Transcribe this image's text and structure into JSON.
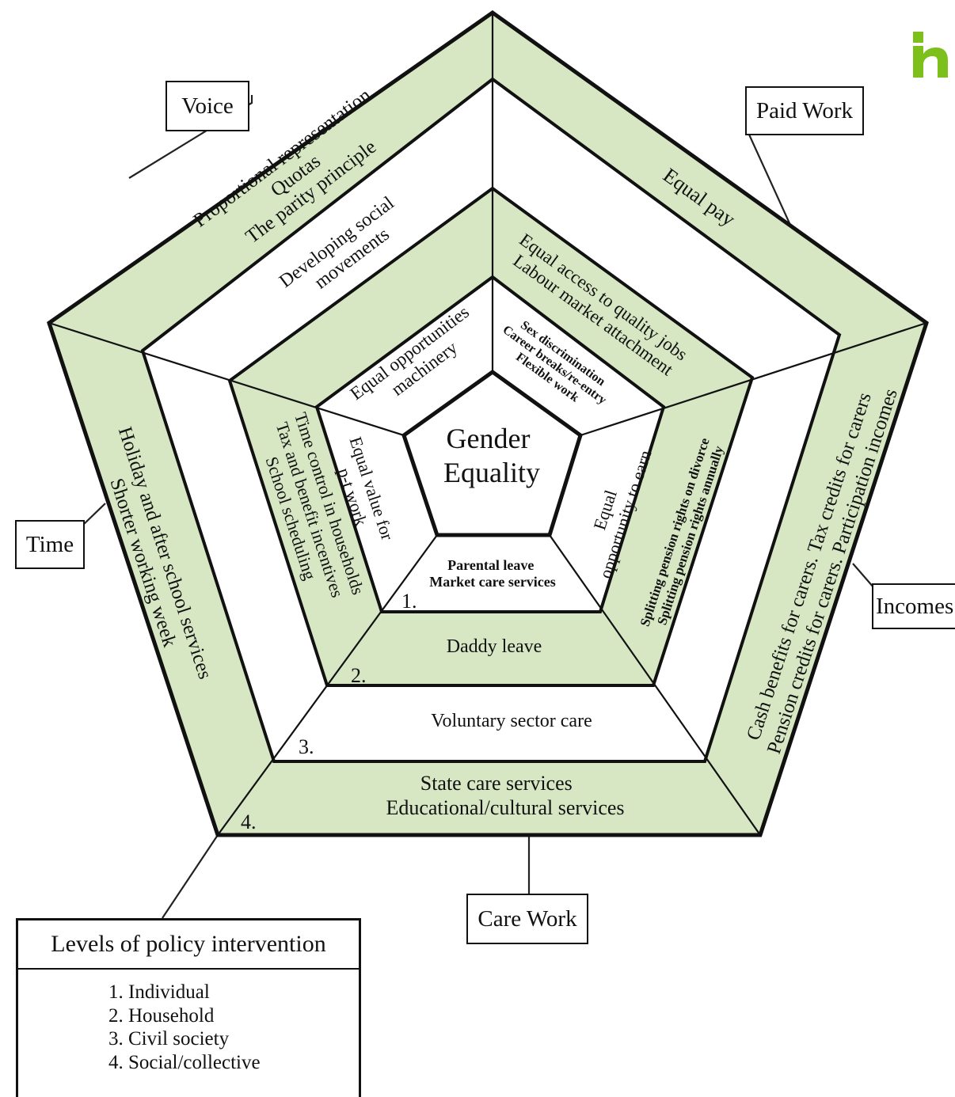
{
  "center": {
    "line1": "Gender",
    "line2": "Equality"
  },
  "dimensions": {
    "voice": "Voice",
    "paid_work": "Paid Work",
    "incomes": "Incomes",
    "care_work": "Care Work",
    "time": "Time"
  },
  "ring_numbers": [
    "1.",
    "2.",
    "3.",
    "4."
  ],
  "policies": {
    "voice": {
      "l1": [
        "Equal opportunities",
        "machinery"
      ],
      "l3": [
        "Developing social",
        "movements"
      ],
      "l4": [
        "Proportional representation",
        "Quotas",
        "The parity principle"
      ]
    },
    "paid_work": {
      "l1": [
        "Sex discrimination",
        "Career breaks/re-entry",
        "Flexible work"
      ],
      "l2": [
        "Equal access to quality jobs",
        "Labour market attachment"
      ],
      "l4": [
        "Equal pay"
      ]
    },
    "incomes": {
      "l1": [
        "Equal",
        "opportunity to earn"
      ],
      "l2": [
        "Splitting pension rights on divorce",
        "Splitting pension rights annually"
      ],
      "l4": [
        "Cash benefits for carers. Tax credits for carers",
        "Pension credits for carers. Participation incomes"
      ]
    },
    "care_work": {
      "l1": [
        "Parental leave",
        "Market care services"
      ],
      "l2": [
        "Daddy leave"
      ],
      "l3": [
        "Voluntary sector care"
      ],
      "l4": [
        "State care services",
        "Educational/cultural services"
      ]
    },
    "time": {
      "l1": [
        "Equal value for",
        "p-t work"
      ],
      "l2": [
        "Time control in households",
        "Tax and benefit incentives",
        "School scheduling"
      ],
      "l4": [
        "Holiday and after school services",
        "Shorter working week"
      ]
    }
  },
  "legend": {
    "title": "Levels of policy intervention",
    "items": [
      "1. Individual",
      "2. Household",
      "3. Civil society",
      "4. Social/collective"
    ]
  },
  "colors": {
    "band_green": "#d7e7c4",
    "outline": "#111111",
    "logo_green": "#7dc01c"
  },
  "logo": {
    "icon": "h-logo-icon"
  }
}
